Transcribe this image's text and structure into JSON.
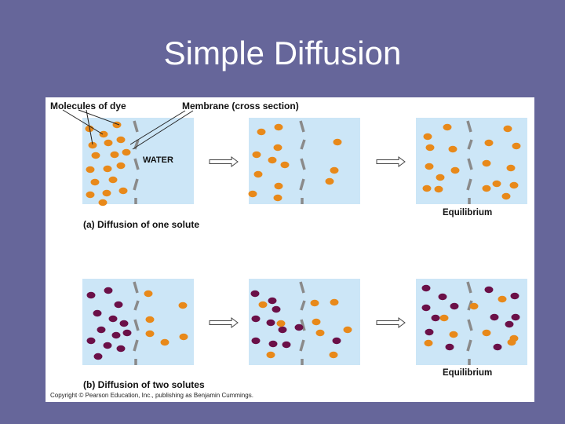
{
  "slide": {
    "title": "Simple Diffusion"
  },
  "figure": {
    "label_molecules": "Molecules of dye",
    "label_membrane": "Membrane (cross section)",
    "label_water": "WATER",
    "label_equilibrium": "Equilibrium",
    "caption_a": "(a) Diffusion of one solute",
    "caption_b": "(b) Diffusion of two solutes",
    "copyright": "Copyright © Pearson Education, Inc., publishing as Benjamin Cummings."
  },
  "colors": {
    "slide_background": "#66669a",
    "water": "#cce6f7",
    "dye_molecule": "#e8891a",
    "second_solute": "#6b1048",
    "membrane": "#8a8a8a"
  }
}
